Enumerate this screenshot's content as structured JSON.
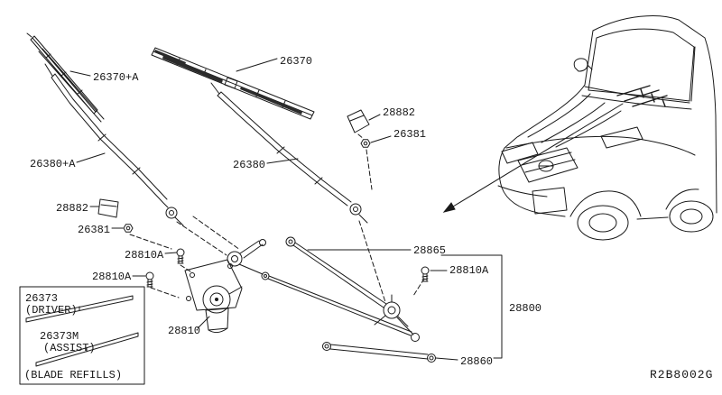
{
  "style": {
    "background": "#ffffff",
    "line_color": "#1a1a1a"
  },
  "diagram": {
    "code": "R2B8002G",
    "labels": {
      "blade_assist": "26370+A",
      "blade_driver": "26370",
      "pivot_cap_right": "28882",
      "pivot_nut_right": "26381",
      "arm_assist": "26380+A",
      "arm_driver": "26380",
      "pivot_cap_left": "28882",
      "pivot_nut_left": "26381",
      "bolt_top": "28810A",
      "bolt_left": "28810A",
      "bolt_right": "28810A",
      "linkage_rod_upper": "28865",
      "linkage_assembly": "28800",
      "wiper_motor": "28810",
      "linkage_rod_lower": "28860"
    },
    "refill_box": {
      "part_driver": "26373",
      "part_driver_note": "(DRIVER)",
      "part_assist": "26373M",
      "part_assist_note": "(ASSIST)",
      "caption": "(BLADE REFILLS)"
    }
  }
}
